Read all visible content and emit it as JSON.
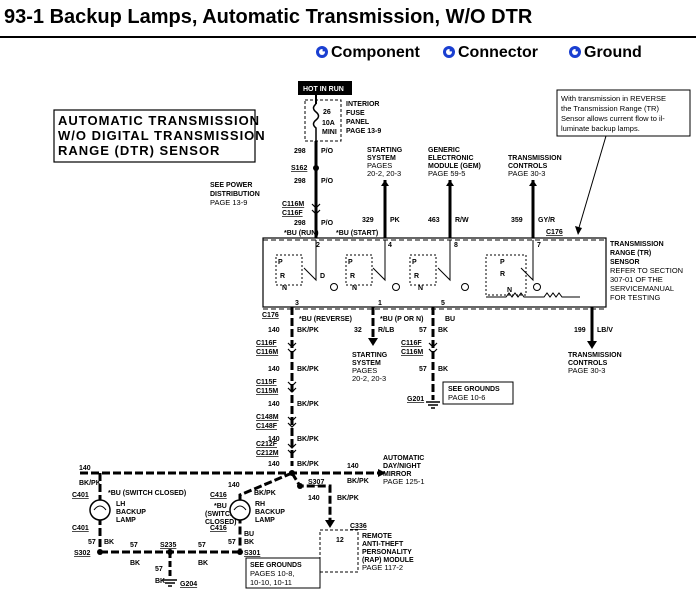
{
  "title": "93-1 Backup Lamps, Automatic Transmission, W/O DTR",
  "legend": {
    "component": "Component",
    "connector": "Connector",
    "ground": "Ground"
  },
  "box_title": [
    "AUTOMATIC TRANSMISSION",
    "W/O DIGITAL TRANSMISSION",
    "RANGE (DTR) SENSOR"
  ],
  "note": [
    "With transmission in REVERSE",
    "the Transmission Range (TR)",
    "Sensor allows current flow to il-",
    "luminate backup lamps."
  ],
  "hot_in_run": "HOT IN RUN",
  "fuse": {
    "num": "26",
    "amp": "10A",
    "type": "MINI",
    "label": [
      "INTERIOR",
      "FUSE",
      "PANEL",
      "PAGE 13-9"
    ]
  },
  "s162": "S162",
  "see_power": [
    "SEE POWER",
    "DISTRIBUTION",
    "PAGE 13-9"
  ],
  "c116m_top": "C116M",
  "c116f_top": "C116F",
  "w298a": "298",
  "w298b": "298",
  "w298c": "298",
  "po": "P/O",
  "run_note": "*BU (RUN)",
  "start_note": "*BU (START)",
  "starting_system_top": [
    "STARTING",
    "SYSTEM",
    "PAGES",
    "20-2, 20-3"
  ],
  "gem": [
    "GENERIC",
    "ELECTRONIC",
    "MODULE (GEM)",
    "PAGE 59-5"
  ],
  "trans_controls_top": [
    "TRANSMISSION",
    "CONTROLS",
    "PAGE 30-3"
  ],
  "w329": "329",
  "pk": "PK",
  "w463": "463",
  "rw": "R/W",
  "w359": "359",
  "gyr": "GY/R",
  "c176_top": "C176",
  "tr_sensor": [
    "TRANSMISSION",
    "RANGE (TR)",
    "SENSOR",
    "REFER TO SECTION",
    "307-01 OF THE",
    "SERVICEMANUAL",
    "FOR TESTING"
  ],
  "pins_top": [
    "2",
    "4",
    "8",
    "7"
  ],
  "pins_bot": [
    "3",
    "1",
    "5"
  ],
  "sw_labels": [
    "P",
    "R",
    "N",
    "D"
  ],
  "c176_bot": "C176",
  "rev_note": "*BU (REVERSE)",
  "pn_note": "*BU (P OR N)",
  "bu": "BU",
  "w140": "140",
  "bkpk": "BK/PK",
  "w32": "32",
  "rlb": "R/LB",
  "w57": "57",
  "bk": "BK",
  "w199": "199",
  "lbv": "LB/V",
  "starting_system_bot": [
    "STARTING",
    "SYSTEM",
    "PAGES",
    "20-2, 20-3"
  ],
  "trans_controls_bot": [
    "TRANSMISSION",
    "CONTROLS",
    "PAGE 30-3"
  ],
  "conn_left": [
    "C116F",
    "C116M",
    "C115F",
    "C115M",
    "C148M",
    "C148F",
    "C212F",
    "C212M"
  ],
  "conn_mid": [
    "C116F",
    "C116M"
  ],
  "see_grounds_1": [
    "SEE GROUNDS",
    "PAGE 10-6"
  ],
  "g201": "G201",
  "mirror": [
    "AUTOMATIC",
    "DAY/NIGHT",
    "MIRROR",
    "PAGE 125-1"
  ],
  "s307": "S307",
  "c336": "C336",
  "pin12": "12",
  "pats": [
    "REMOTE",
    "ANTI-THEFT",
    "PERSONALITY",
    "(RAP) MODULE",
    "PAGE 117-2"
  ],
  "c401a": "C401",
  "c401b": "C401",
  "c416a": "C416",
  "c416b": "C416",
  "switch_closed": "*BU (SWITCH CLOSED)",
  "rh_switch": [
    "*BU",
    "(SWITCH",
    "CLOSED)"
  ],
  "lh_lamp": [
    "LH",
    "BACKUP",
    "LAMP"
  ],
  "rh_lamp": [
    "RH",
    "BACKUP",
    "LAMP"
  ],
  "s302": "S302",
  "s235": "S235",
  "s301": "S301",
  "g204": "G204",
  "see_grounds_2": [
    "SEE GROUNDS",
    "PAGES 10-8,",
    "10-10, 10-11"
  ]
}
